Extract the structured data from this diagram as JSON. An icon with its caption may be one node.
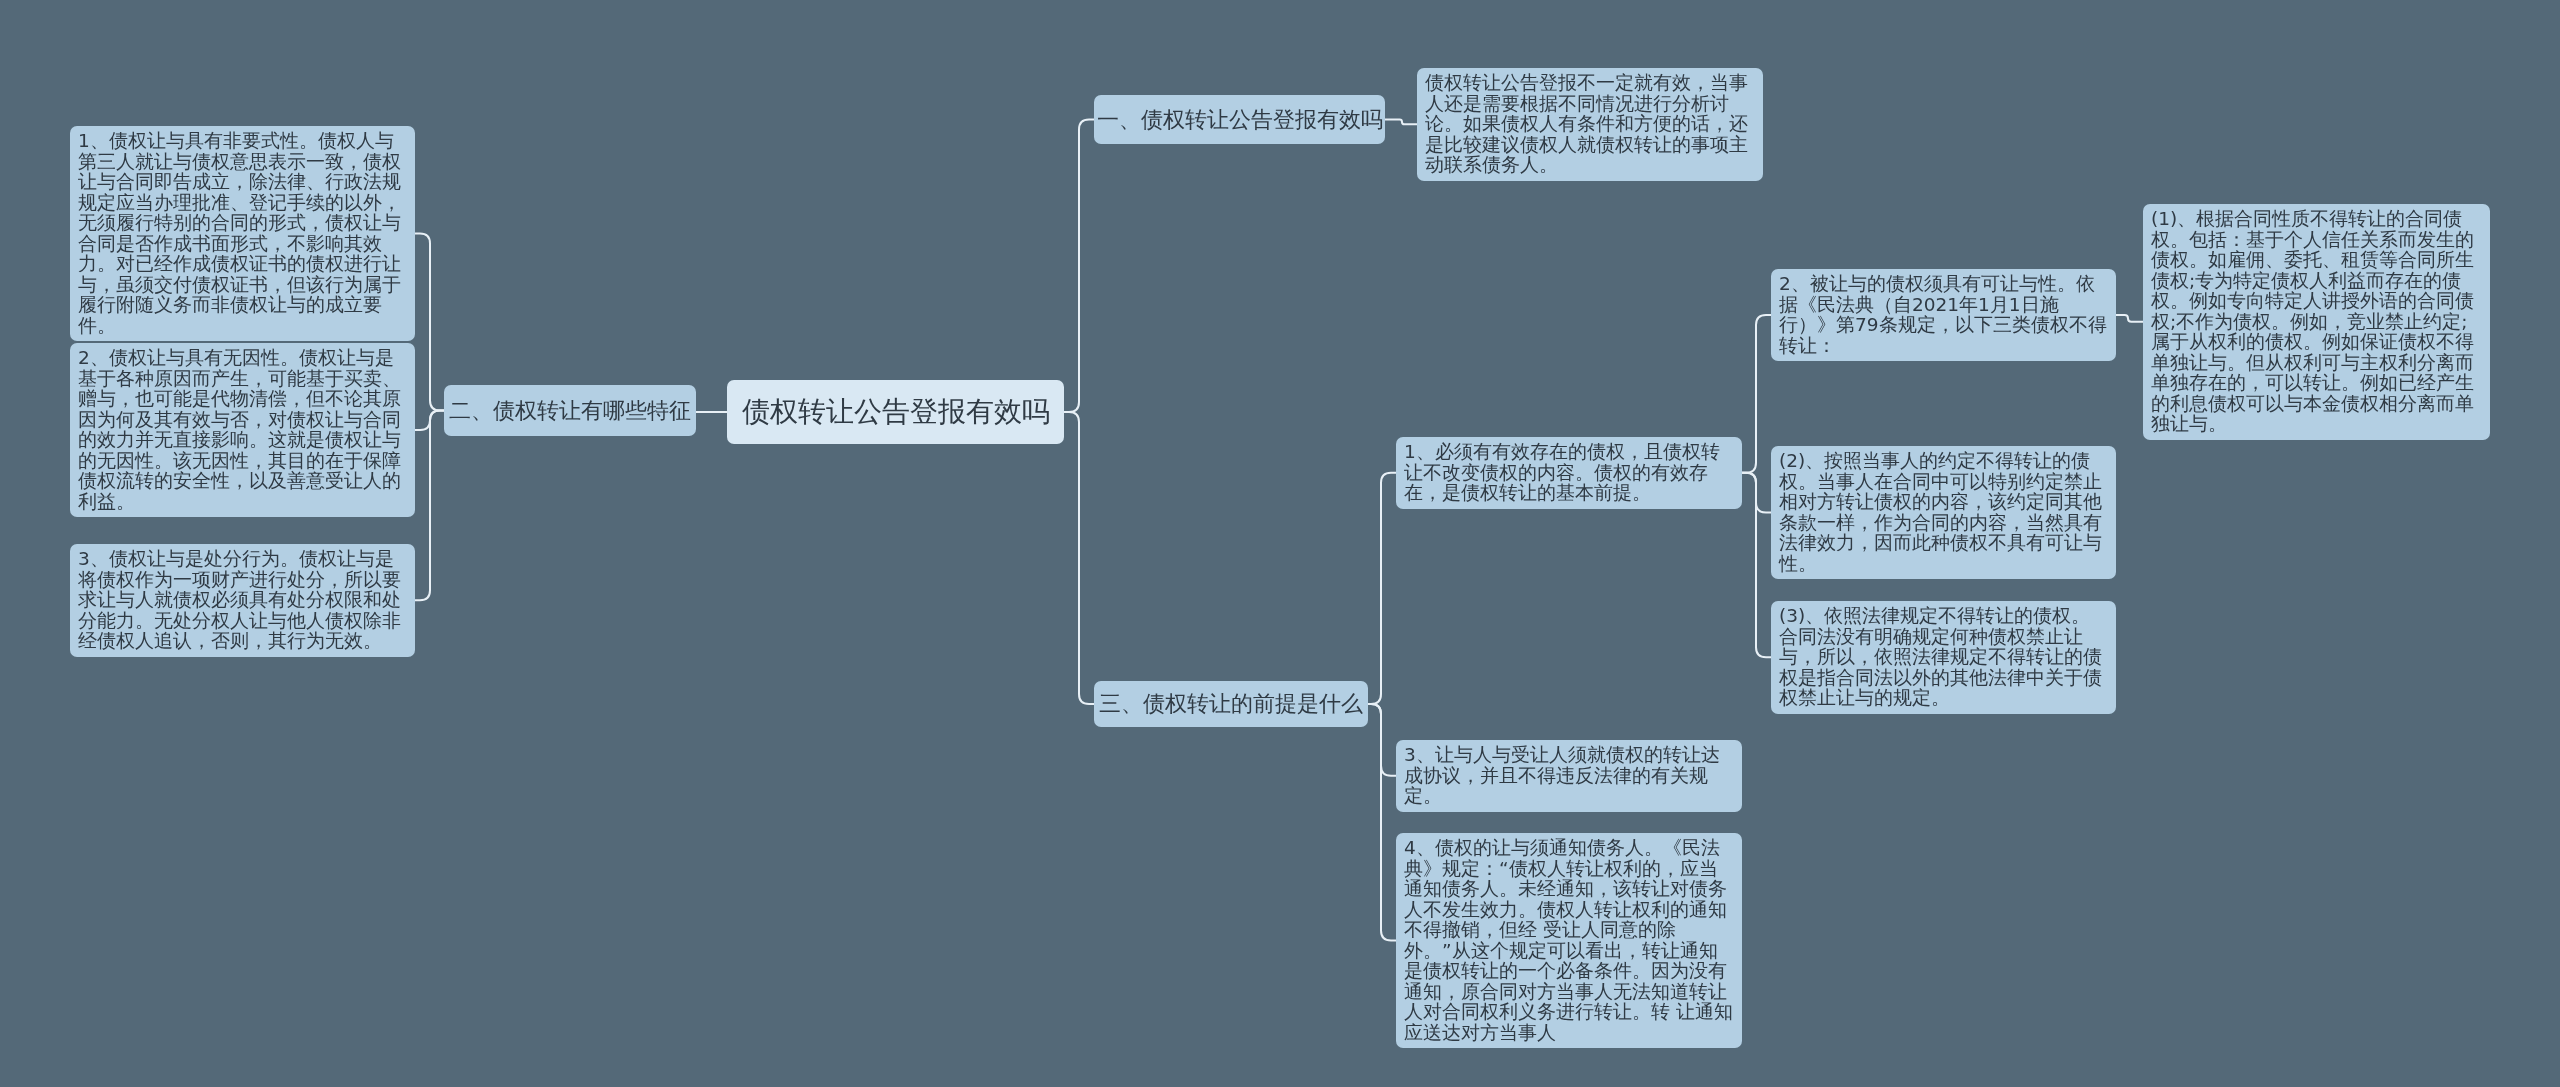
{
  "diagram": {
    "nodes": [
      {
        "text": [
          "债权转让公告登报有效吗"
        ]
      },
      {
        "text": [
          "一、债权转让公告登报有效吗"
        ]
      },
      {
        "text": [
          "债权转让公告登报不一定就有效，当事人还是需要根据不同情况进行分析讨论。如果债权人有条件和方便的话，还是比较建议债权人就债权转让的事项主动联系债务人。"
        ]
      },
      {
        "text": [
          "二、债权转让有哪些特征"
        ]
      },
      {
        "text": [
          "1、债权让与具有非要式性。债权人与第三人就让与债权意思表示一致，债权让与合同即告成立，除法律、行政法规规定应当办理批准、登记手续的以外，无须履行特别的合同的形式，债权让与合同是否作成书面形式，不影响其效力。对已经作成债权证书的债权进行让与，虽须交付债权证书，但该行为属于履行附随义务而非债权让与的成立要件。"
        ]
      },
      {
        "text": [
          "2、债权让与具有无因性。债权让与是基于各种原因而产生，可能基于买卖、赠与，也可能是代物清偿，但不论其原因为何及其有效与否，对债权让与合同的效力并无直接影响。这就是债权让与的无因性。该无因性，其目的在于保障债权流转的安全性，以及善意受让人的利益。"
        ]
      },
      {
        "text": [
          "3、债权让与是处分行为。债权让与是将债权作为一项财产进行处分，所以要求让与人就债权必须具有处分权限和处分能力。无处分权人让与他人债权除非经债权人追认，否则，其行为无效。"
        ]
      },
      {
        "text": [
          "三、债权转让的前提是什么"
        ]
      },
      {
        "text": [
          "1、必须有有效存在的债权，且债权转让不改变债权的内容。债权的有效存在，是债权转让的基本前提。"
        ]
      },
      {
        "text": [
          "2、被让与的债权须具有可让与性。依据《民法典（自2021年1月1日施行）》第79条规定，以下三类债权不得转让："
        ]
      },
      {
        "text": [
          "(1)、根据合同性质不得转让的合同债权。包括：基于个人信任关系而发生的债权。如雇佣、委托、租赁等合同所生债权;专为特定债权人利益而存在的债权。例如专向特定人讲授外语的合同债权;不作为债权。例如，竞业禁止约定;属于从权利的债权。例如保证债权不得单独让与。但从权利可与主权利分离而单独存在的，可以转让。例如已经产生的利息债权可以与本金债权相分离而单独让与。"
        ]
      },
      {
        "text": [
          "(2)、按照当事人的约定不得转让的债权。当事人在合同中可以特别约定禁止相对方转让债权的内容，该约定同其他条款一样，作为合同的内容，当然具有法律效力，因而此种债权不具有可让与性。"
        ]
      },
      {
        "text": [
          "(3)、依照法律规定不得转让的债权。合同法没有明确规定何种债权禁止让与，所以，依照法律规定不得转让的债权是指合同法以外的其他法律中关于债权禁止让与的规定。"
        ]
      },
      {
        "text": [
          "3、让与人与受让人须就债权的转让达成协议，并且不得违反法律的有关规定。"
        ]
      },
      {
        "text": [
          "4、债权的让与须通知债务人。《民法典》规定：“债权人转让权利的，应当通知债务人。未经通知，该转让对债务人不发生效力。债权人转让权利的通知不得撤销，但经 受让人同意的除外。”从这个规定可以看出，转让通知是债权转让的一个必备条件。因为没有通知，原合同对方当事人无法知道转让人对合同权利义务进行转让。转 让通知应送达对方当事人"
        ]
      }
    ],
    "edges": [
      {
        "from": 0,
        "to": 1,
        "arrow": "none"
      },
      {
        "from": 1,
        "to": 2,
        "arrow": "none"
      },
      {
        "from": 0,
        "to": 3,
        "arrow": "none"
      },
      {
        "from": 3,
        "to": 4,
        "arrow": "none"
      },
      {
        "from": 3,
        "to": 5,
        "arrow": "none"
      },
      {
        "from": 3,
        "to": 6,
        "arrow": "none"
      },
      {
        "from": 0,
        "to": 7,
        "arrow": "none"
      },
      {
        "from": 7,
        "to": 8,
        "arrow": "none"
      },
      {
        "from": 7,
        "to": 13,
        "arrow": "none"
      },
      {
        "from": 7,
        "to": 14,
        "arrow": "none"
      },
      {
        "from": 8,
        "to": 9,
        "arrow": "none"
      },
      {
        "from": 8,
        "to": 11,
        "arrow": "none"
      },
      {
        "from": 8,
        "to": 12,
        "arrow": "none"
      },
      {
        "from": 9,
        "to": 10,
        "arrow": "none"
      }
    ]
  }
}
